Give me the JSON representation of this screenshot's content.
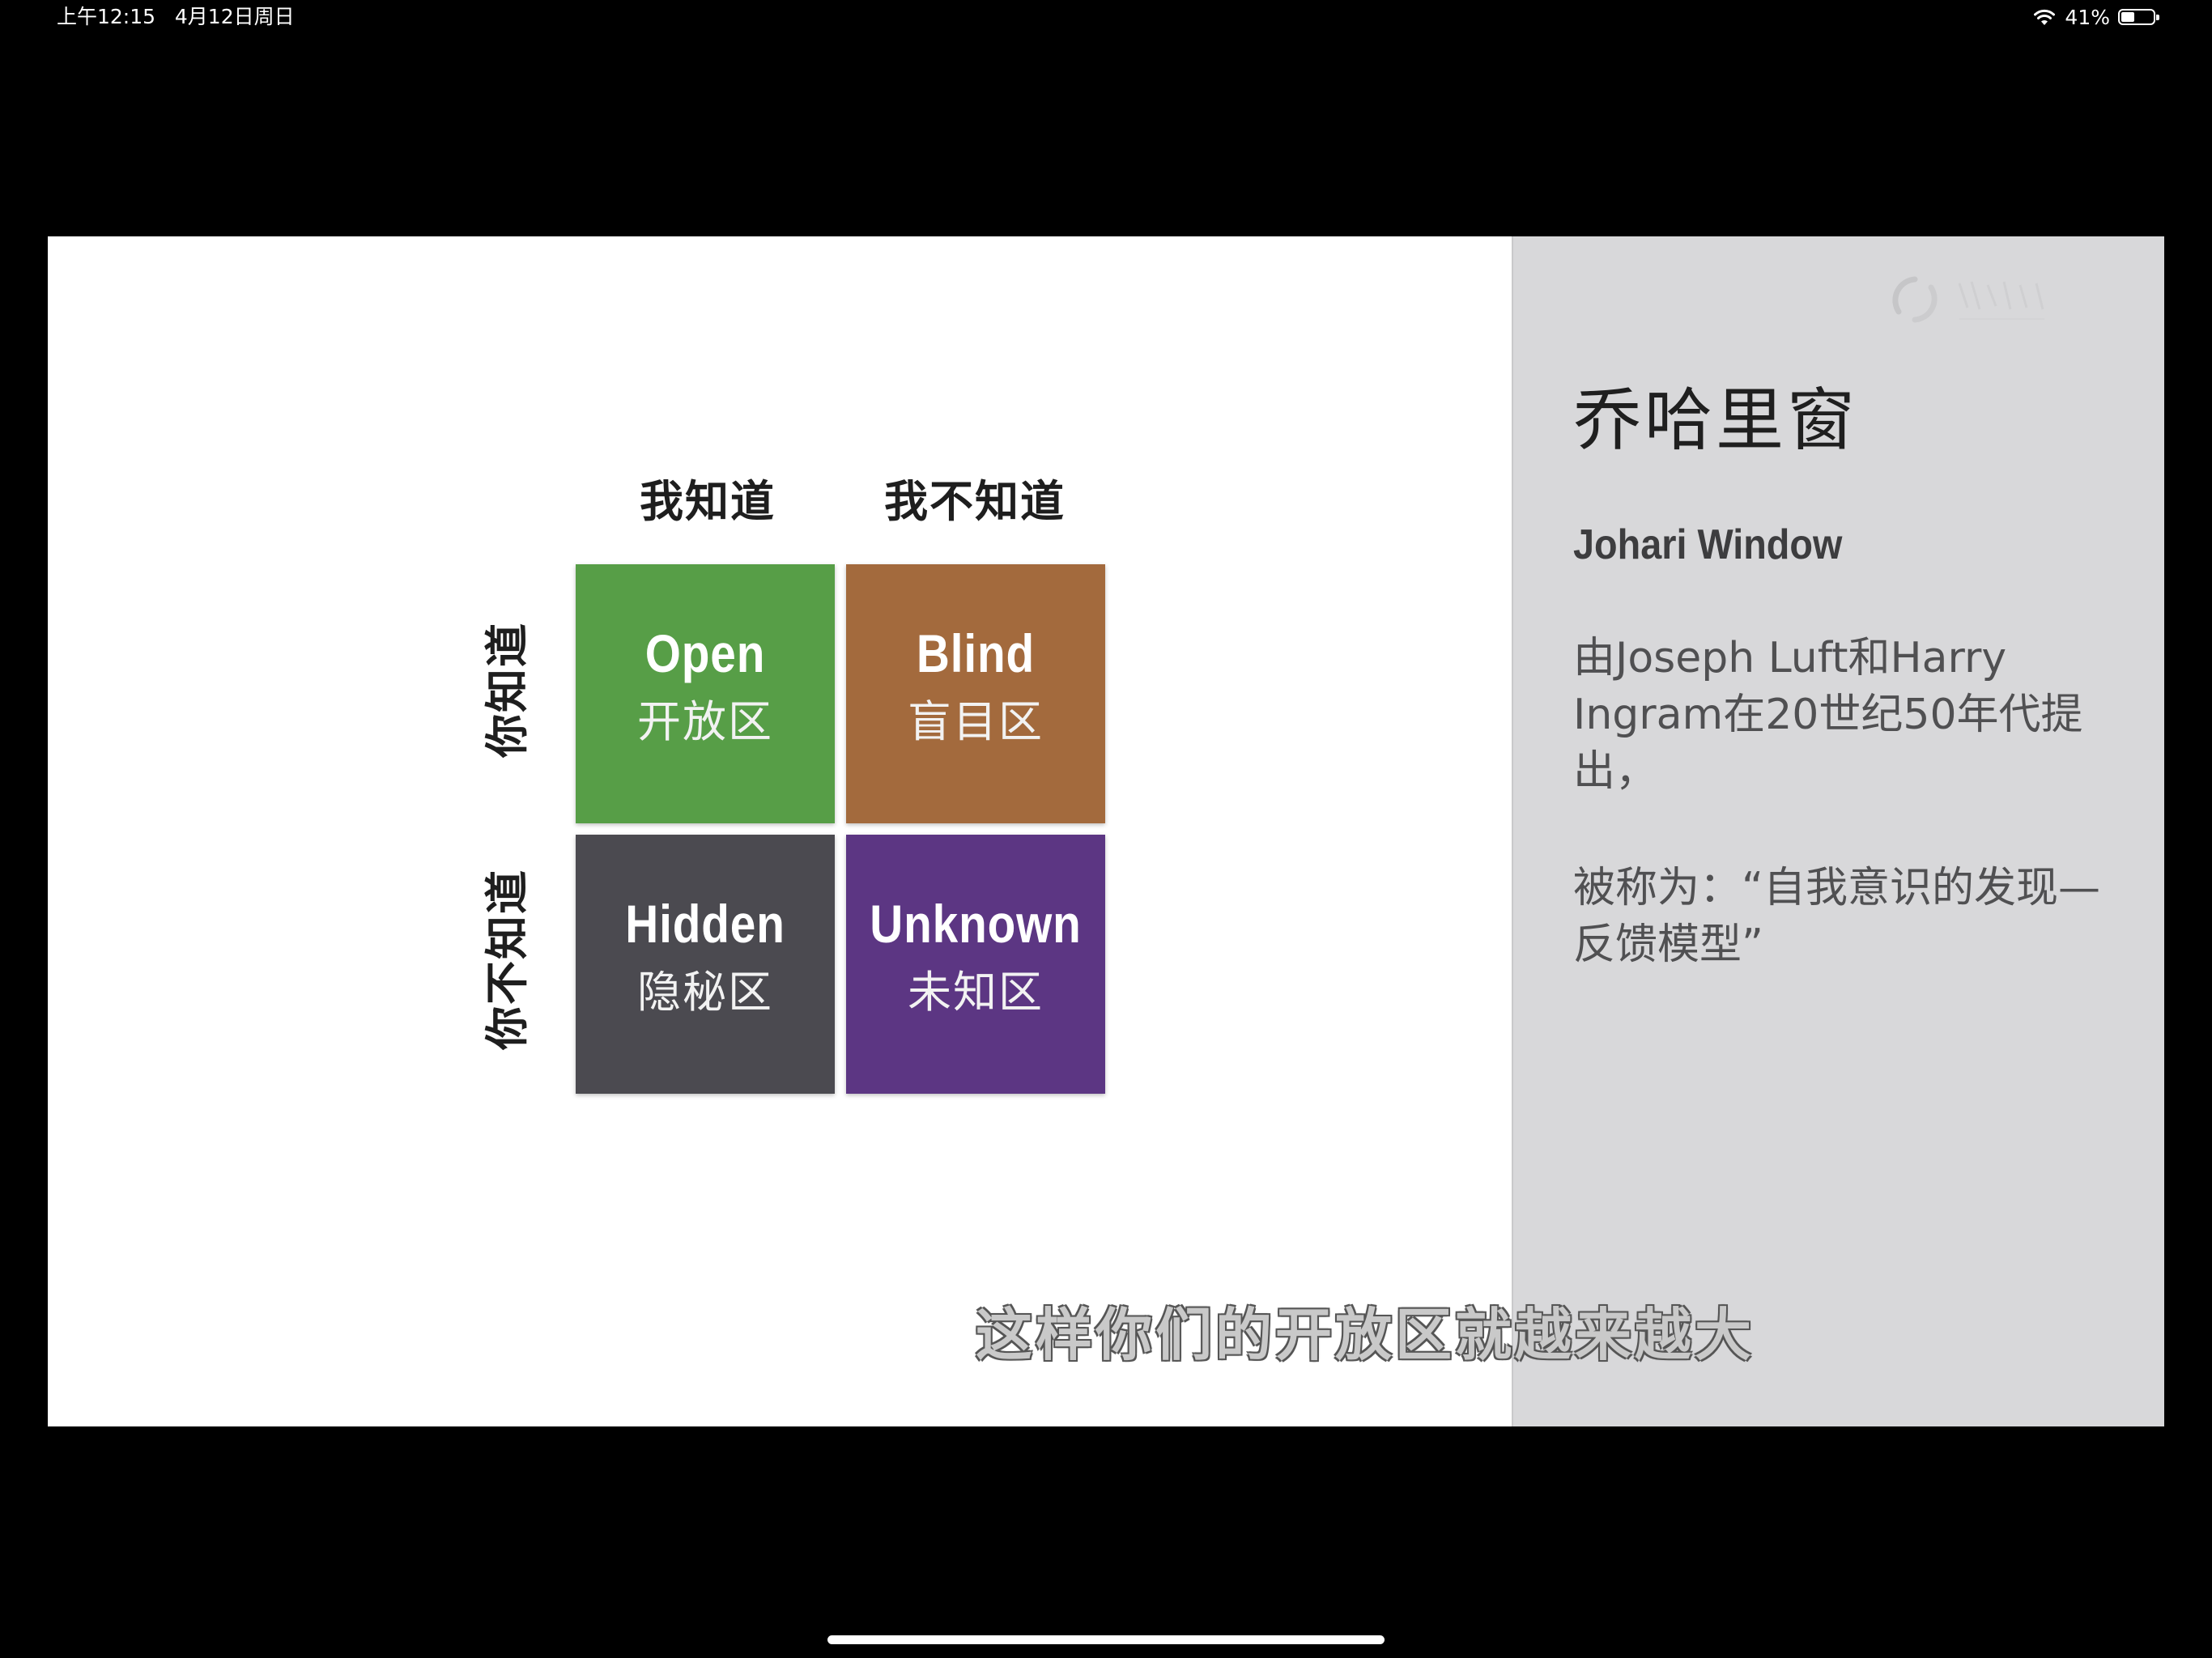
{
  "status_bar": {
    "time_date": "上午12:15   4月12日周日",
    "battery_text": "41%",
    "battery_level": 0.41,
    "icons": [
      "wifi-icon",
      "battery-icon"
    ]
  },
  "slide": {
    "column_headers": [
      "我知道",
      "我不知道"
    ],
    "row_headers": [
      "你知道",
      "你不知道"
    ],
    "quadrants": [
      {
        "en": "Open",
        "cn": "开放区",
        "color": "#579e47"
      },
      {
        "en": "Blind",
        "cn": "盲目区",
        "color": "#a36a3d"
      },
      {
        "en": "Hidden",
        "cn": "隐秘区",
        "color": "#4b4a50"
      },
      {
        "en": "Unknown",
        "cn": "未知区",
        "color": "#5c3683"
      }
    ],
    "panel": {
      "title": "乔哈里窗",
      "subtitle": "Johari Window",
      "body_1": "由Joseph Luft和Harry Ingram在20世纪50年代提出，",
      "body_2": "被称为：“自我意识的发现—反馈模型”",
      "background": "#d8d8da"
    }
  },
  "subtitle": "这样你们的开放区就越来越大"
}
